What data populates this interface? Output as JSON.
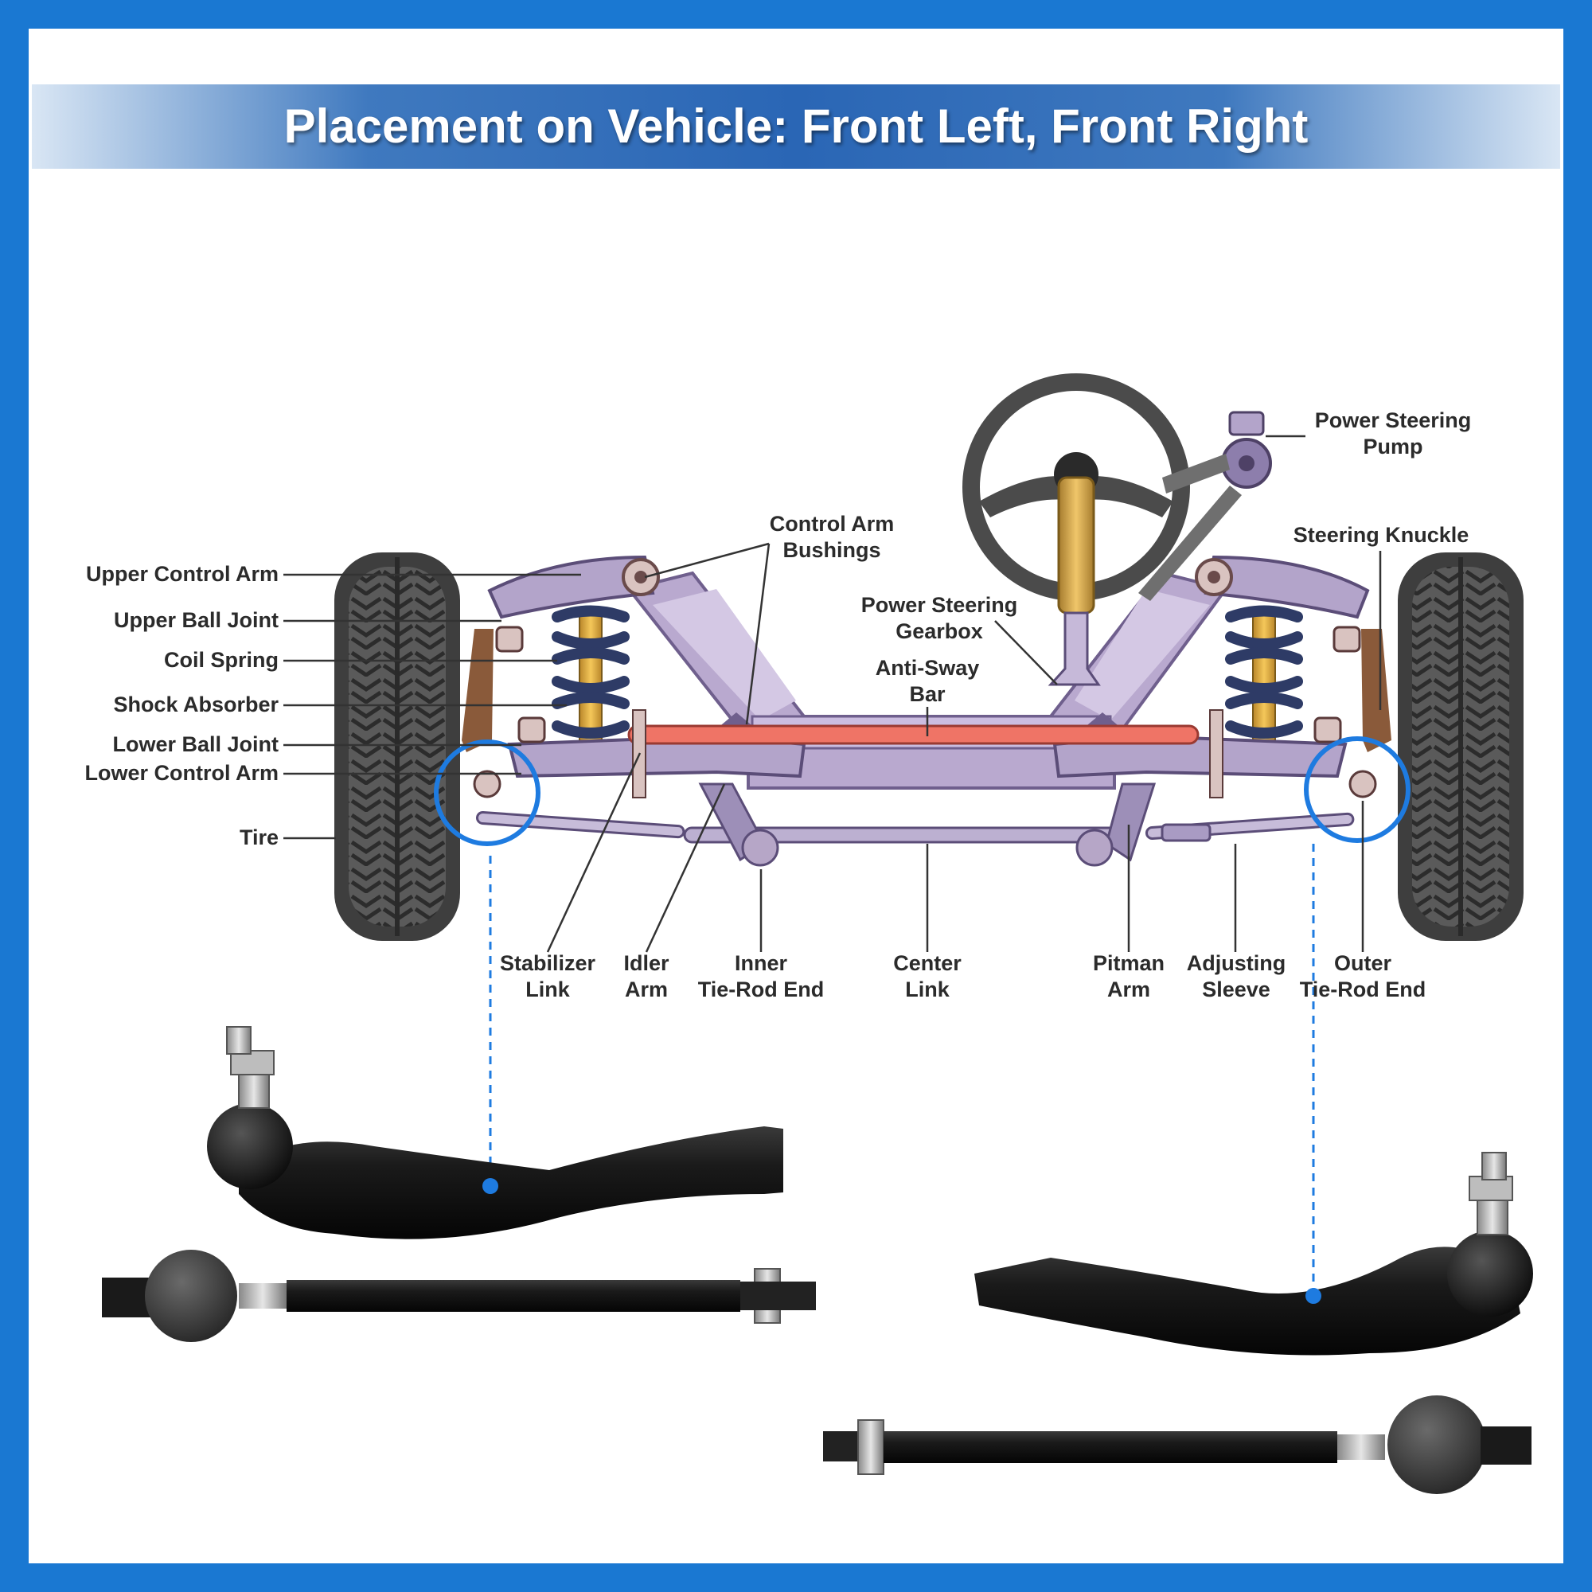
{
  "title": "Placement on Vehicle: Front Left, Front Right",
  "colors": {
    "frame_blue": "#1a78d2",
    "highlight_blue": "#1e7be0",
    "crossmember": "#b9a9cf",
    "sway_bar": "#ef7466",
    "spring": "#2e3b66",
    "shock": "#e8b53b",
    "tire": "#4a4a4a",
    "part_black": "#161616"
  },
  "labels": {
    "upper_control_arm": "Upper Control Arm",
    "upper_ball_joint": "Upper Ball Joint",
    "coil_spring": "Coil Spring",
    "shock_absorber": "Shock Absorber",
    "lower_ball_joint": "Lower Ball Joint",
    "lower_control_arm": "Lower Control Arm",
    "tire": "Tire",
    "control_arm_bushings_1": "Control Arm",
    "control_arm_bushings_2": "Bushings",
    "power_steering_gearbox_1": "Power Steering",
    "power_steering_gearbox_2": "Gearbox",
    "anti_sway_bar_1": "Anti-Sway",
    "anti_sway_bar_2": "Bar",
    "power_steering_pump_1": "Power Steering",
    "power_steering_pump_2": "Pump",
    "steering_knuckle": "Steering Knuckle",
    "stabilizer_link_1": "Stabilizer",
    "stabilizer_link_2": "Link",
    "idler_arm_1": "Idler",
    "idler_arm_2": "Arm",
    "inner_tie_rod_end_1": "Inner",
    "inner_tie_rod_end_2": "Tie-Rod End",
    "center_link_1": "Center",
    "center_link_2": "Link",
    "pitman_arm_1": "Pitman",
    "pitman_arm_2": "Arm",
    "adjusting_sleeve_1": "Adjusting",
    "adjusting_sleeve_2": "Sleeve",
    "outer_tie_rod_end_1": "Outer",
    "outer_tie_rod_end_2": "Tie-Rod End"
  }
}
